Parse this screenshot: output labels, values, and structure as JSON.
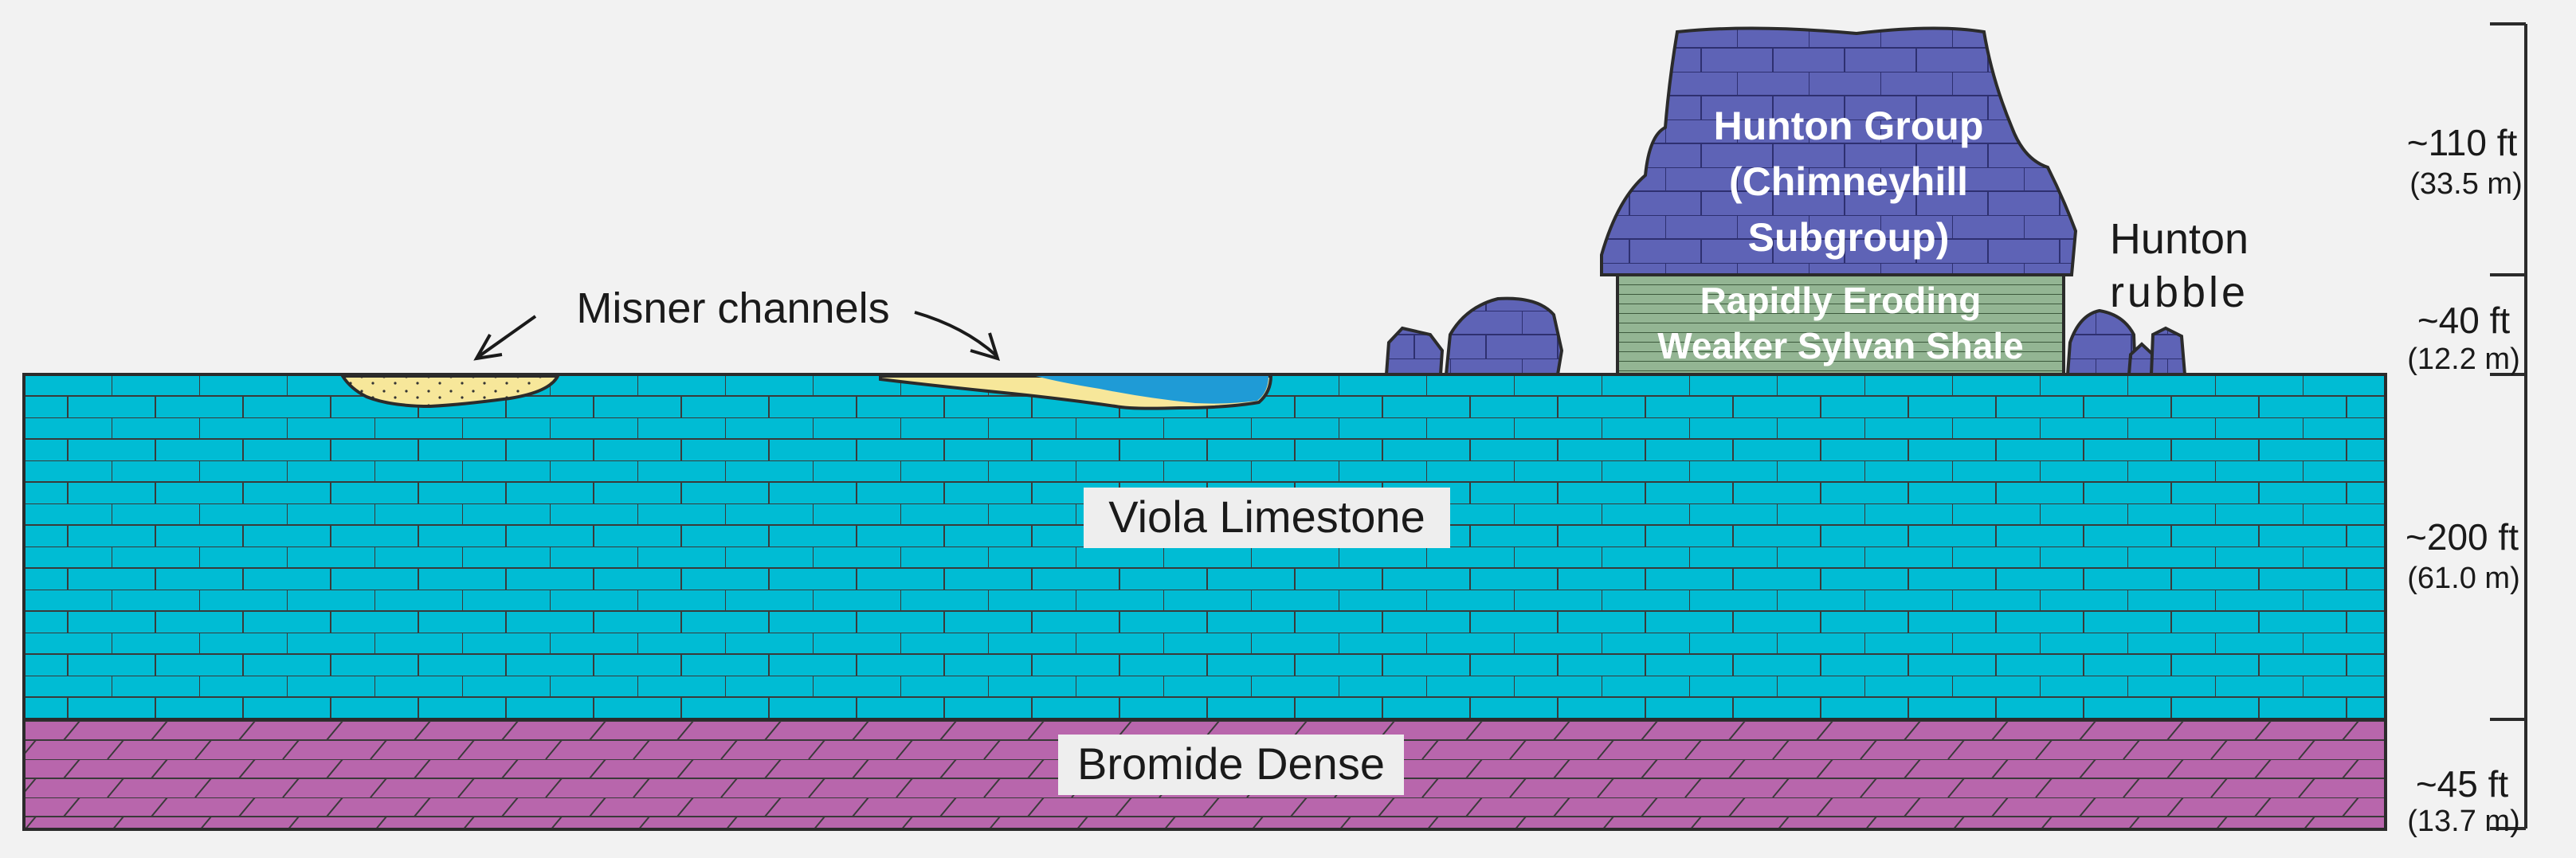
{
  "colors": {
    "background": "#f2f2f2",
    "viola": "#00bcd4",
    "bromide": "#b866ac",
    "hunton": "#5e63b6",
    "sylvan": "#93b593",
    "channel_sand": "#f7e79a",
    "channel_water": "#1f9bd6",
    "brick_line": "#3a3a3a"
  },
  "labels": {
    "misner": "Misner channels",
    "viola": "Viola Limestone",
    "bromide": "Bromide Dense",
    "hunton_line1": "Hunton Group",
    "hunton_line2": "(Chimneyhill",
    "hunton_line3": "Subgroup)",
    "sylvan_line1": "Rapidly Eroding",
    "sylvan_line2": "Weaker Sylvan Shale",
    "rubble_line1": "Hunton",
    "rubble_line2": "rubble"
  },
  "scale": [
    {
      "ft": "~110 ft",
      "m": "(33.5 m)"
    },
    {
      "ft": "~40 ft",
      "m": "(12.2 m)"
    },
    {
      "ft": "~200 ft",
      "m": "(61.0 m)"
    },
    {
      "ft": "~45 ft",
      "m": "(13.7 m)"
    }
  ]
}
